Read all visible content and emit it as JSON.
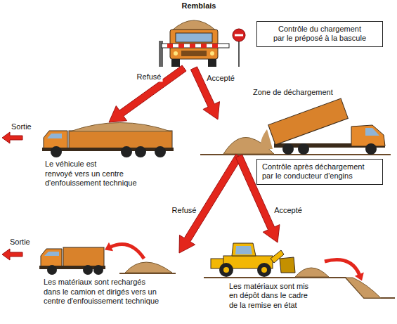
{
  "diagram": {
    "nodes": [
      {
        "text": [
          "Remblais"
        ]
      },
      {
        "text": [
          "Contrôle du chargement par le préposé à la bascule"
        ]
      },
      {
        "text": [
          "Sortie",
          "Le véhicule est renvoyé vers un centre d'enfouissement technique"
        ]
      },
      {
        "text": [
          "Zone de déchargement"
        ]
      },
      {
        "text": [
          "Contrôle après déchargement par le conducteur d'engins"
        ]
      },
      {
        "text": [
          "Sortie",
          "Les matériaux sont rechargés dans le camion et dirigés vers un centre d'enfouissement technique"
        ]
      },
      {
        "text": [
          "Les matériaux sont mis en dépôt dans le cadre de la remise en état"
        ]
      }
    ],
    "edges": [
      {
        "from": 0,
        "to": 2,
        "label": "Refusé",
        "arrow": "to"
      },
      {
        "from": 0,
        "to": 3,
        "label": "Accepté",
        "arrow": "to"
      },
      {
        "from": 3,
        "to": 5,
        "label": "Refusé",
        "arrow": "to"
      },
      {
        "from": 3,
        "to": 6,
        "label": "Accepté",
        "arrow": "to"
      }
    ]
  }
}
